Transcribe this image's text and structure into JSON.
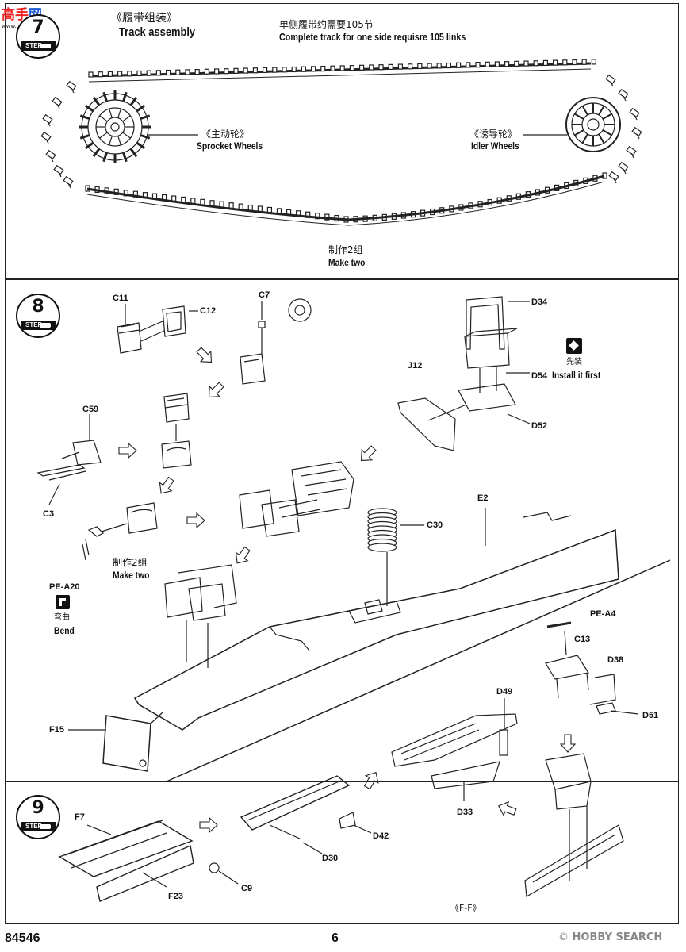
{
  "watermark_top": {
    "line1": "高手",
    "line2": "网",
    "url": "www.gaoshou.com"
  },
  "step7": {
    "number": "7",
    "tag": "STEP"
  },
  "step8": {
    "number": "8",
    "tag": "STEP"
  },
  "step9": {
    "number": "9",
    "tag": "STEP"
  },
  "track": {
    "title_cn": "《履带组装》",
    "title_en": "Track assembly",
    "count_cn": "单侧履带约需要105节",
    "count_en": "Complete track for one side requisre 105 links",
    "sprocket_cn": "《主动轮》",
    "sprocket_en": "Sprocket Wheels",
    "idler_cn": "《诱导轮》",
    "idler_en": "Idler Wheels",
    "make_cn": "制作2组",
    "make_en": "Make two"
  },
  "step8_labels": {
    "C11": "C11",
    "C12": "C12",
    "C7": "C7",
    "D34": "D34",
    "J12": "J12",
    "D54": "D54",
    "D52": "D52",
    "C59": "C59",
    "C3": "C3",
    "E2": "E2",
    "C30": "C30",
    "PE_A20": "PE-A20",
    "bend_cn": "弯曲",
    "bend_en": "Bend",
    "install_cn": "先装",
    "install_en": "Install it first",
    "make_cn": "制作2组",
    "make_en": "Make two",
    "F15": "F15",
    "PE_A4": "PE-A4",
    "C13": "C13",
    "D38": "D38",
    "D51": "D51",
    "D49": "D49",
    "D33": "D33"
  },
  "step9_labels": {
    "F7": "F7",
    "F23": "F23",
    "C9": "C9",
    "D30": "D30",
    "D42": "D42",
    "FF": "《F-F》"
  },
  "footer": {
    "code": "84546",
    "page": "6",
    "brand": "HOBBY SEARCH"
  }
}
